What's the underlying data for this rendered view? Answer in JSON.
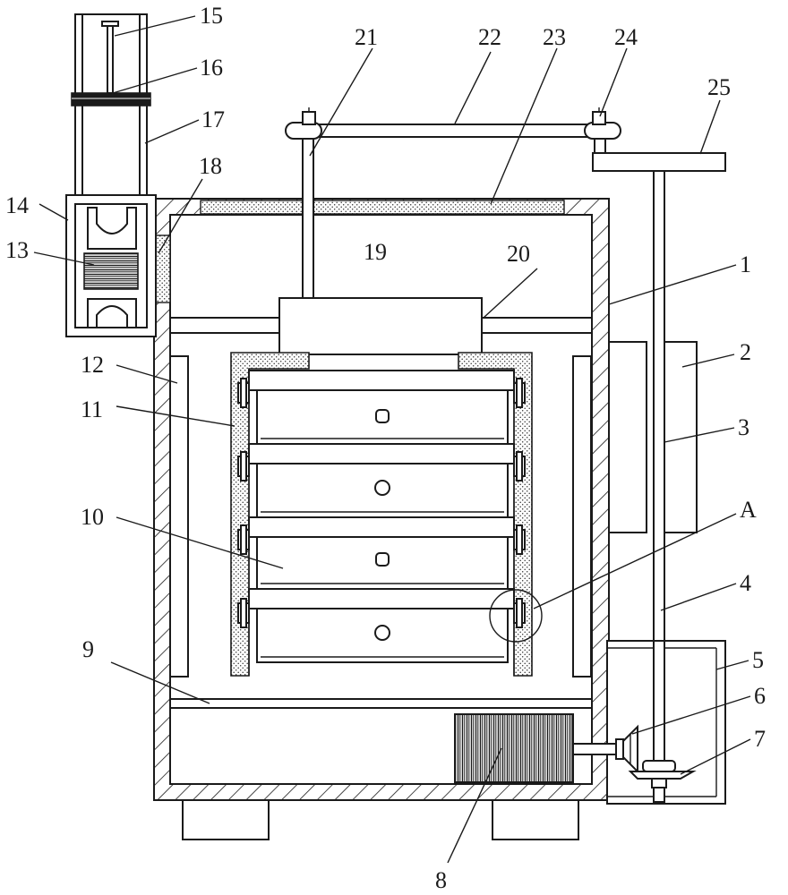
{
  "labels": {
    "l1": "1",
    "l2": "2",
    "l3": "3",
    "l4": "4",
    "l5": "5",
    "l6": "6",
    "l7": "7",
    "l8": "8",
    "l9": "9",
    "l10": "10",
    "l11": "11",
    "l12": "12",
    "l13": "13",
    "l14": "14",
    "l15": "15",
    "l16": "16",
    "l17": "17",
    "l18": "18",
    "l19": "19",
    "l20": "20",
    "l21": "21",
    "l22": "22",
    "l23": "23",
    "l24": "24",
    "l25": "25",
    "lA": "A"
  }
}
